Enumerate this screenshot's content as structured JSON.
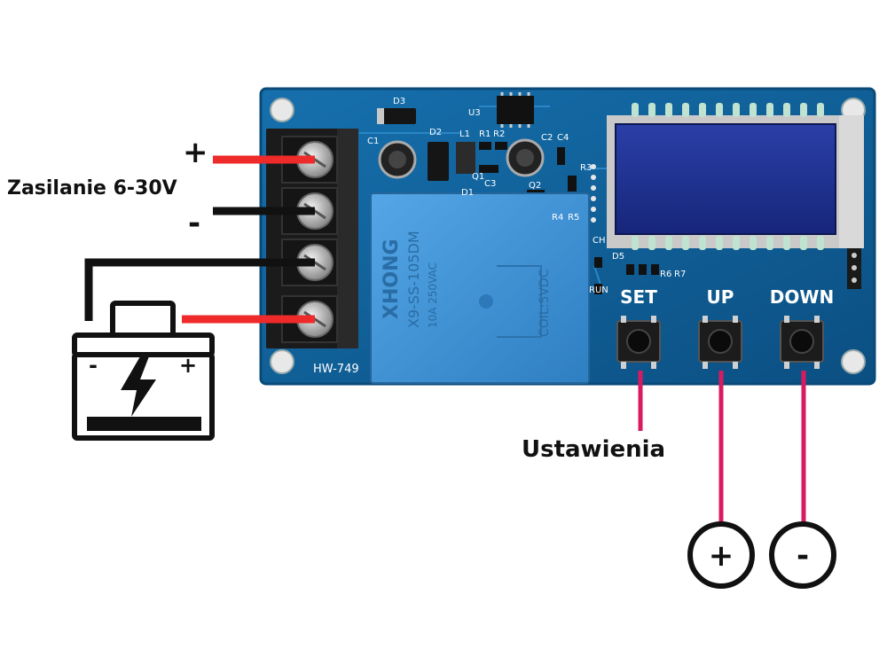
{
  "power": {
    "plus": "+",
    "label": "Zasilanie 6-30V",
    "minus": "-"
  },
  "battery": {
    "minus": "-",
    "plus": "+"
  },
  "board": {
    "model": "HW-749",
    "relay_brand": "XHONG",
    "relay_model": "X9-SS-105DM",
    "relay_rating": "10A 250VAC",
    "relay_coil": "COIL:5VDC",
    "components": [
      "D3",
      "U3",
      "C1",
      "D2",
      "L1",
      "R1",
      "R2",
      "C2",
      "C4",
      "Q1",
      "C3",
      "D1",
      "Q2",
      "R4",
      "R5",
      "R3",
      "CH",
      "D5",
      "R6",
      "R7",
      "RUN"
    ],
    "buttons": [
      "SET",
      "UP",
      "DOWN"
    ]
  },
  "annotations": {
    "set_label": "Ustawienia",
    "up_symbol": "+",
    "down_symbol": "-"
  },
  "colors": {
    "pcb": "#0f5e93",
    "pcb_edge": "#0a4a78",
    "relay": "#3c8fd3",
    "lcd": "#1a2d8a",
    "wire_red": "#ee2a2a",
    "wire_black": "#111111",
    "wire_pink": "#d81b60"
  }
}
